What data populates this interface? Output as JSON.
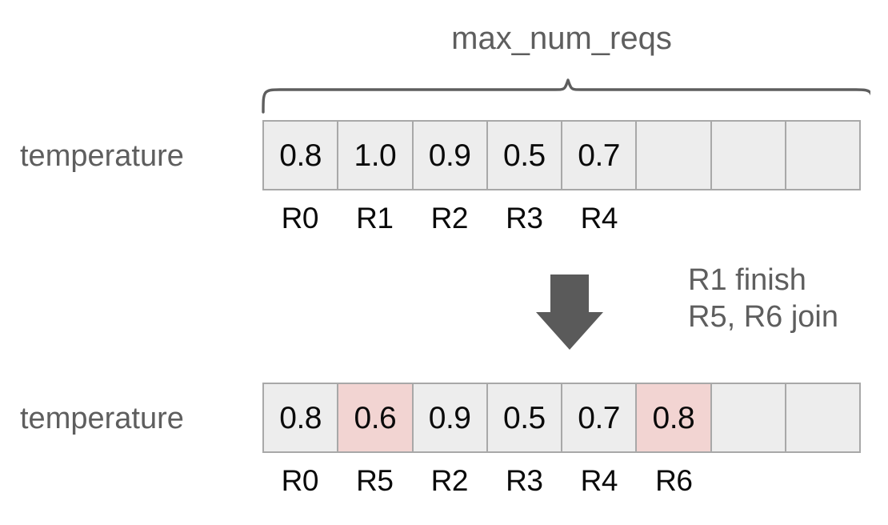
{
  "diagram": {
    "title": "max_num_reqs",
    "colors": {
      "cell_fill": "#ededed",
      "cell_border": "#a8a8a8",
      "highlight_fill": "#f2d4d2",
      "text_gray": "#5e5e5e",
      "text_black": "#0a0a0a",
      "arrow_fill": "#5a5a5a"
    },
    "brace": {
      "name": "top-brace",
      "spans_label": "max_num_reqs"
    },
    "arrow": {
      "name": "down-arrow",
      "direction": "down"
    },
    "transition_note": {
      "line1": "R1 finish",
      "line2": "R5, R6 join"
    },
    "rows": [
      {
        "id": "before",
        "label": "temperature",
        "slot_count": 8,
        "cells": [
          {
            "value": "0.8",
            "req": "R0",
            "highlight": false
          },
          {
            "value": "1.0",
            "req": "R1",
            "highlight": false
          },
          {
            "value": "0.9",
            "req": "R2",
            "highlight": false
          },
          {
            "value": "0.5",
            "req": "R3",
            "highlight": false
          },
          {
            "value": "0.7",
            "req": "R4",
            "highlight": false
          },
          {
            "value": "",
            "req": "",
            "highlight": false
          },
          {
            "value": "",
            "req": "",
            "highlight": false
          },
          {
            "value": "",
            "req": "",
            "highlight": false
          }
        ]
      },
      {
        "id": "after",
        "label": "temperature",
        "slot_count": 8,
        "cells": [
          {
            "value": "0.8",
            "req": "R0",
            "highlight": false
          },
          {
            "value": "0.6",
            "req": "R5",
            "highlight": true
          },
          {
            "value": "0.9",
            "req": "R2",
            "highlight": false
          },
          {
            "value": "0.5",
            "req": "R3",
            "highlight": false
          },
          {
            "value": "0.7",
            "req": "R4",
            "highlight": false
          },
          {
            "value": "0.8",
            "req": "R6",
            "highlight": true
          },
          {
            "value": "",
            "req": "",
            "highlight": false
          },
          {
            "value": "",
            "req": "",
            "highlight": false
          }
        ]
      }
    ]
  }
}
